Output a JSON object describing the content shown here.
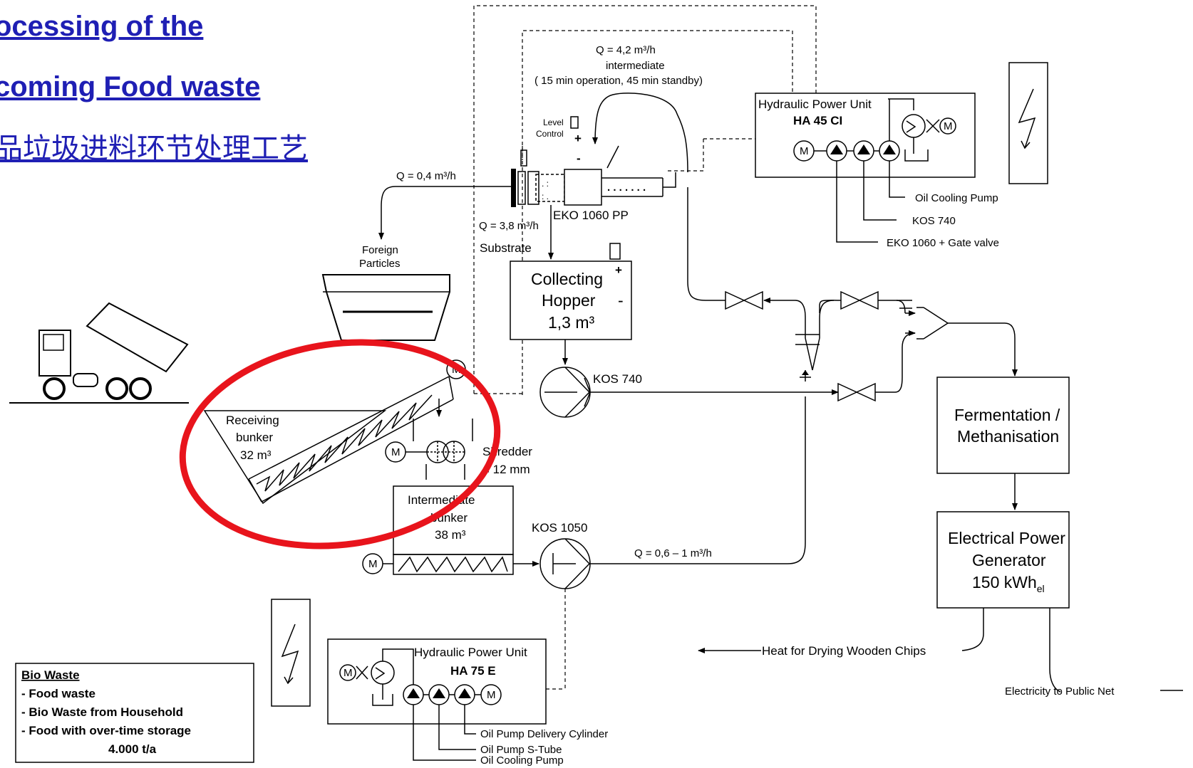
{
  "heading": {
    "line1": "ocessing of the",
    "line2": "coming Food waste",
    "line3": "品垃圾进料环节处理工艺"
  },
  "flows": {
    "q_intermediate": "Q = 4,2 m³/h",
    "q_intermediate_sub": "intermediate",
    "q_intermediate_op": "( 15 min operation, 45 min standby)",
    "q_foreign": "Q = 0,4 m³/h",
    "q_substrate": "Q = 3,8 m³/h",
    "q_kos1050": "Q = 0,6 – 1 m³/h"
  },
  "labels": {
    "level_control_1": "Level",
    "level_control_2": "Control",
    "plus": "+",
    "minus": "-",
    "eko": "EKO 1060 PP",
    "substrate": "Substrate",
    "foreign_1": "Foreign",
    "foreign_2": "Particles",
    "hopper_1": "Collecting",
    "hopper_2": "Hopper",
    "hopper_3": "1,3 m³",
    "kos740": "KOS 740",
    "kos1050": "KOS 1050",
    "receiving_1": "Receiving",
    "receiving_2": "bunker",
    "receiving_3": "32 m³",
    "shredder_1": "Shredder",
    "shredder_2": "< 12 mm",
    "inter_1": "Intermediate",
    "inter_2": "bunker",
    "inter_3": "38 m³",
    "motor": "M",
    "ferm_1": "Fermentation /",
    "ferm_2": "Methanisation",
    "gen_1": "Electrical Power",
    "gen_2": "Generator",
    "gen_3a": "150 kWh",
    "gen_3b": "el",
    "heat": "Heat for Drying Wooden Chips",
    "electricity": "Electricity to Public Net"
  },
  "hpu_top": {
    "title": "Hydraulic Power Unit",
    "model": "HA 45 CI",
    "callouts": [
      "Oil Cooling Pump",
      "KOS 740",
      "EKO 1060 + Gate valve"
    ]
  },
  "hpu_bottom": {
    "title": "Hydraulic Power Unit",
    "model": "HA 75 E",
    "callouts": [
      "Oil Pump Delivery Cylinder",
      "Oil Pump S-Tube",
      "Oil Cooling Pump"
    ]
  },
  "legend": {
    "title": "Bio Waste",
    "items": [
      "- Food waste",
      "- Bio Waste from Household",
      "- Food with over-time storage"
    ],
    "total": "4.000 t/a"
  },
  "colors": {
    "heading": "#1f1fb4",
    "highlight": "#e8141c"
  }
}
